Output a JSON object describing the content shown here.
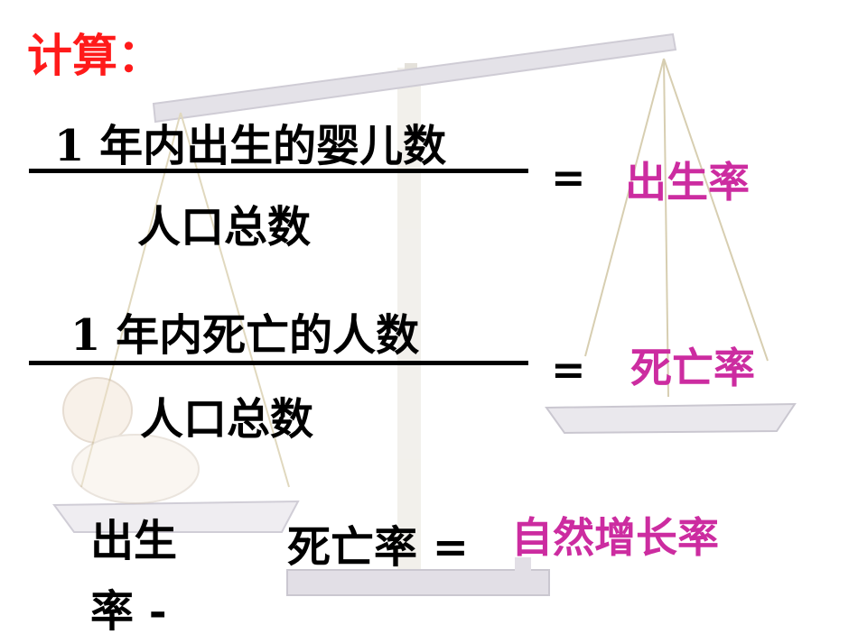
{
  "title": "计算：",
  "birth_rate": {
    "numerator": "1 年内出生的婴儿数",
    "denominator": "人口总数",
    "equals": "=",
    "result": "出生率"
  },
  "death_rate": {
    "numerator": "1 年内死亡的人数",
    "denominator": "人口总数",
    "equals": "=",
    "result": "死亡率"
  },
  "natural_growth": {
    "term1_line1": "出生",
    "term1_line2": "率 -",
    "term2": "死亡率 =",
    "result": "自然增长率"
  },
  "colors": {
    "title": "#ff1a1a",
    "result": "#cc2ca0",
    "text": "#000000"
  },
  "illustration": {
    "balance_scale": "balance-scale-icon",
    "baby": "baby-icon"
  }
}
